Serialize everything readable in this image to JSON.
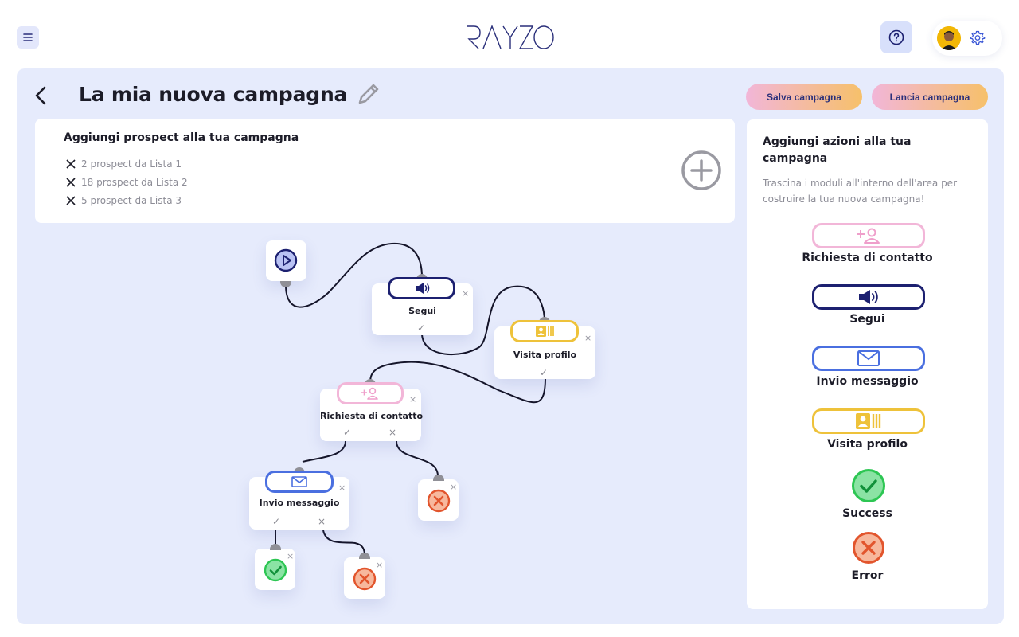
{
  "header": {
    "logo_text": "RAYZO",
    "menu_icon": "hamburger-icon",
    "help_icon": "question-icon",
    "settings_icon": "gear-icon"
  },
  "campaign": {
    "title": "La mia nuova campagna",
    "save_label": "Salva campagna",
    "launch_label": "Lancia campagna"
  },
  "prospects": {
    "title": "Aggiungi prospect alla tua campagna",
    "items": [
      "2 prospect da Lista 1",
      "18 prospect da Lista 2",
      "5 prospect da Lista 3"
    ]
  },
  "flow": {
    "nodes": {
      "segui": "Segui",
      "visita": "Visita profilo",
      "richiesta": "Richiesta di contatto",
      "invio": "Invio messaggio"
    },
    "close_glyph": "×",
    "yes_glyph": "✓",
    "no_glyph": "×"
  },
  "actions": {
    "title": "Aggiungi azioni alla tua campagna",
    "description": "Trascina i moduli all'interno dell'area per costruire la tua nuova campagna!",
    "modules": [
      "Richiesta di contatto",
      "Segui",
      "Invio messaggio",
      "Visita profilo",
      "Success",
      "Error"
    ]
  },
  "colors": {
    "pink": "#f2b6d8",
    "navy": "#1c2070",
    "blue": "#4a6fe0",
    "yellow": "#eec23a",
    "green": "#2dc653",
    "red": "#e2552d",
    "panel": "#e6ebfc"
  }
}
